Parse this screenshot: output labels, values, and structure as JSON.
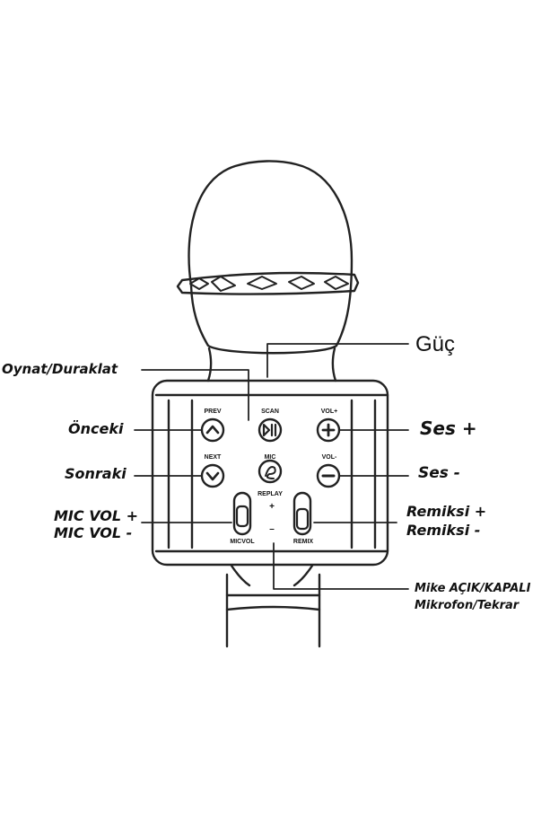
{
  "callouts": {
    "power": "Güç",
    "play_pause": "Oynat/Duraklat",
    "previous": "Önceki",
    "volume_up": "Ses +",
    "next": "Sonraki",
    "volume_down": "Ses -",
    "mic_vol_up": "MIC VOL +",
    "mic_vol_down": "MIC VOL -",
    "remix_up": "Remiksi +",
    "remix_down": "Remiksi -",
    "mic_on_off": "Mike AÇIK/KAPALI",
    "mic_replay": "Mikrofon/Tekrar"
  },
  "panel_labels": {
    "prev": "PREV",
    "scan": "SCAN",
    "vol_plus": "VOL+",
    "next": "NEXT",
    "mic": "MIC",
    "vol_minus": "VOL-",
    "replay": "REPLAY",
    "plus": "+",
    "minus": "–",
    "micvol": "MICVOL",
    "remix": "REMIX"
  }
}
